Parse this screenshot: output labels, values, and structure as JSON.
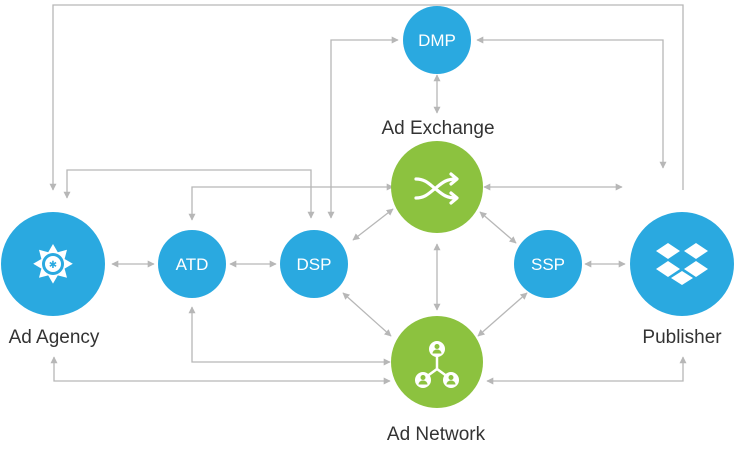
{
  "colors": {
    "blue": "#2aa9e0",
    "green": "#8cc23f",
    "connector": "#b7b7b7",
    "text": "#333333"
  },
  "nodes": {
    "dmp": {
      "label": "DMP"
    },
    "atd": {
      "label": "ATD"
    },
    "dsp": {
      "label": "DSP"
    },
    "ssp": {
      "label": "SSP"
    },
    "ad_agency": {
      "label": "Ad Agency",
      "icon": "badge-seal-icon"
    },
    "publisher": {
      "label": "Publisher",
      "icon": "dropbox-icon"
    },
    "ad_exchange": {
      "label": "Ad Exchange",
      "icon": "shuffle-icon"
    },
    "ad_network": {
      "label": "Ad Network",
      "icon": "user-network-icon"
    }
  }
}
